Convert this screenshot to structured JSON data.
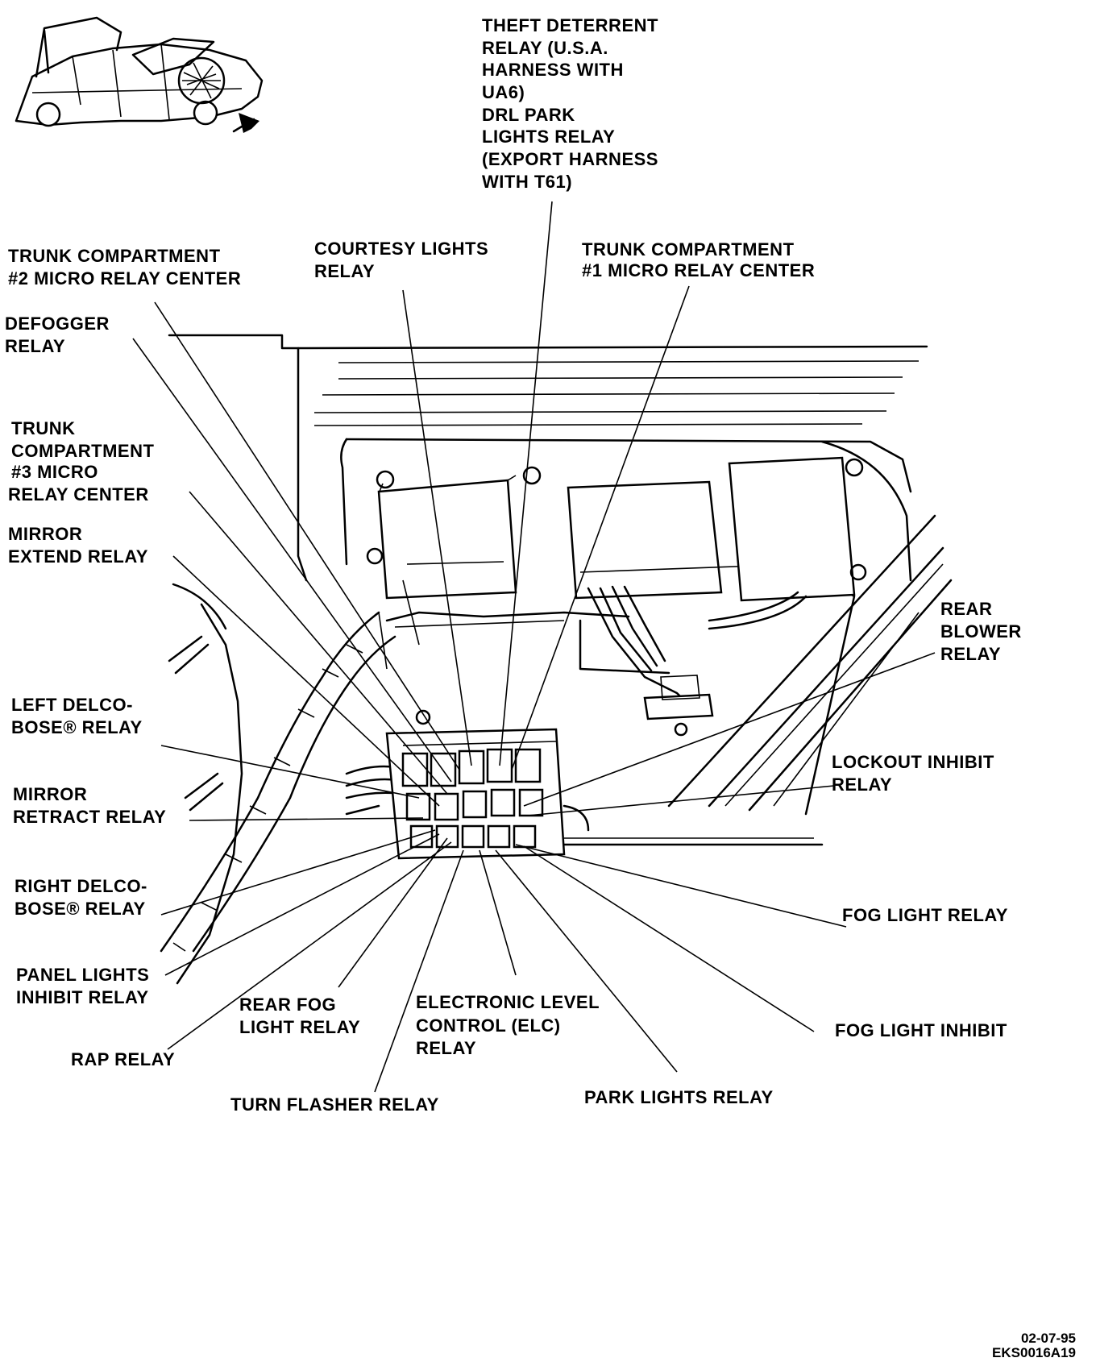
{
  "labels": {
    "theft_drl": [
      "THEFT DETERRENT",
      "RELAY (U.S.A.",
      "HARNESS WITH",
      "UA6)",
      "DRL PARK",
      "LIGHTS RELAY",
      "(EXPORT HARNESS",
      "WITH T61)"
    ],
    "trunk2": [
      "TRUNK COMPARTMENT",
      "#2 MICRO RELAY CENTER"
    ],
    "courtesy": [
      "COURTESY LIGHTS",
      "RELAY"
    ],
    "trunk1": [
      "TRUNK COMPARTMENT",
      "#1 MICRO RELAY CENTER"
    ],
    "defogger": [
      "DEFOGGER",
      "RELAY"
    ],
    "trunk3": [
      "TRUNK",
      "COMPARTMENT",
      "#3 MICRO",
      "RELAY CENTER"
    ],
    "mirror_extend": [
      "MIRROR",
      "EXTEND RELAY"
    ],
    "rear_blower": [
      "REAR",
      "BLOWER",
      "RELAY"
    ],
    "left_bose": [
      "LEFT DELCO-",
      "BOSE® RELAY"
    ],
    "lockout": [
      "LOCKOUT INHIBIT",
      "RELAY"
    ],
    "mirror_retract": [
      "MIRROR",
      "RETRACT RELAY"
    ],
    "right_bose": [
      "RIGHT DELCO-",
      "BOSE® RELAY"
    ],
    "fog_light": [
      "FOG LIGHT RELAY"
    ],
    "panel_lights": [
      "PANEL LIGHTS",
      "INHIBIT RELAY"
    ],
    "rear_fog": [
      "REAR FOG",
      "LIGHT RELAY"
    ],
    "elc": [
      "ELECTRONIC LEVEL",
      "CONTROL (ELC)",
      "RELAY"
    ],
    "fog_inhibit": [
      "FOG LIGHT INHIBIT"
    ],
    "rap": [
      "RAP RELAY"
    ],
    "turn_flasher": [
      "TURN FLASHER RELAY"
    ],
    "park_lights": [
      "PARK LIGHTS RELAY"
    ]
  },
  "figure_code": [
    "02-07-95",
    "EKS0016A19"
  ]
}
